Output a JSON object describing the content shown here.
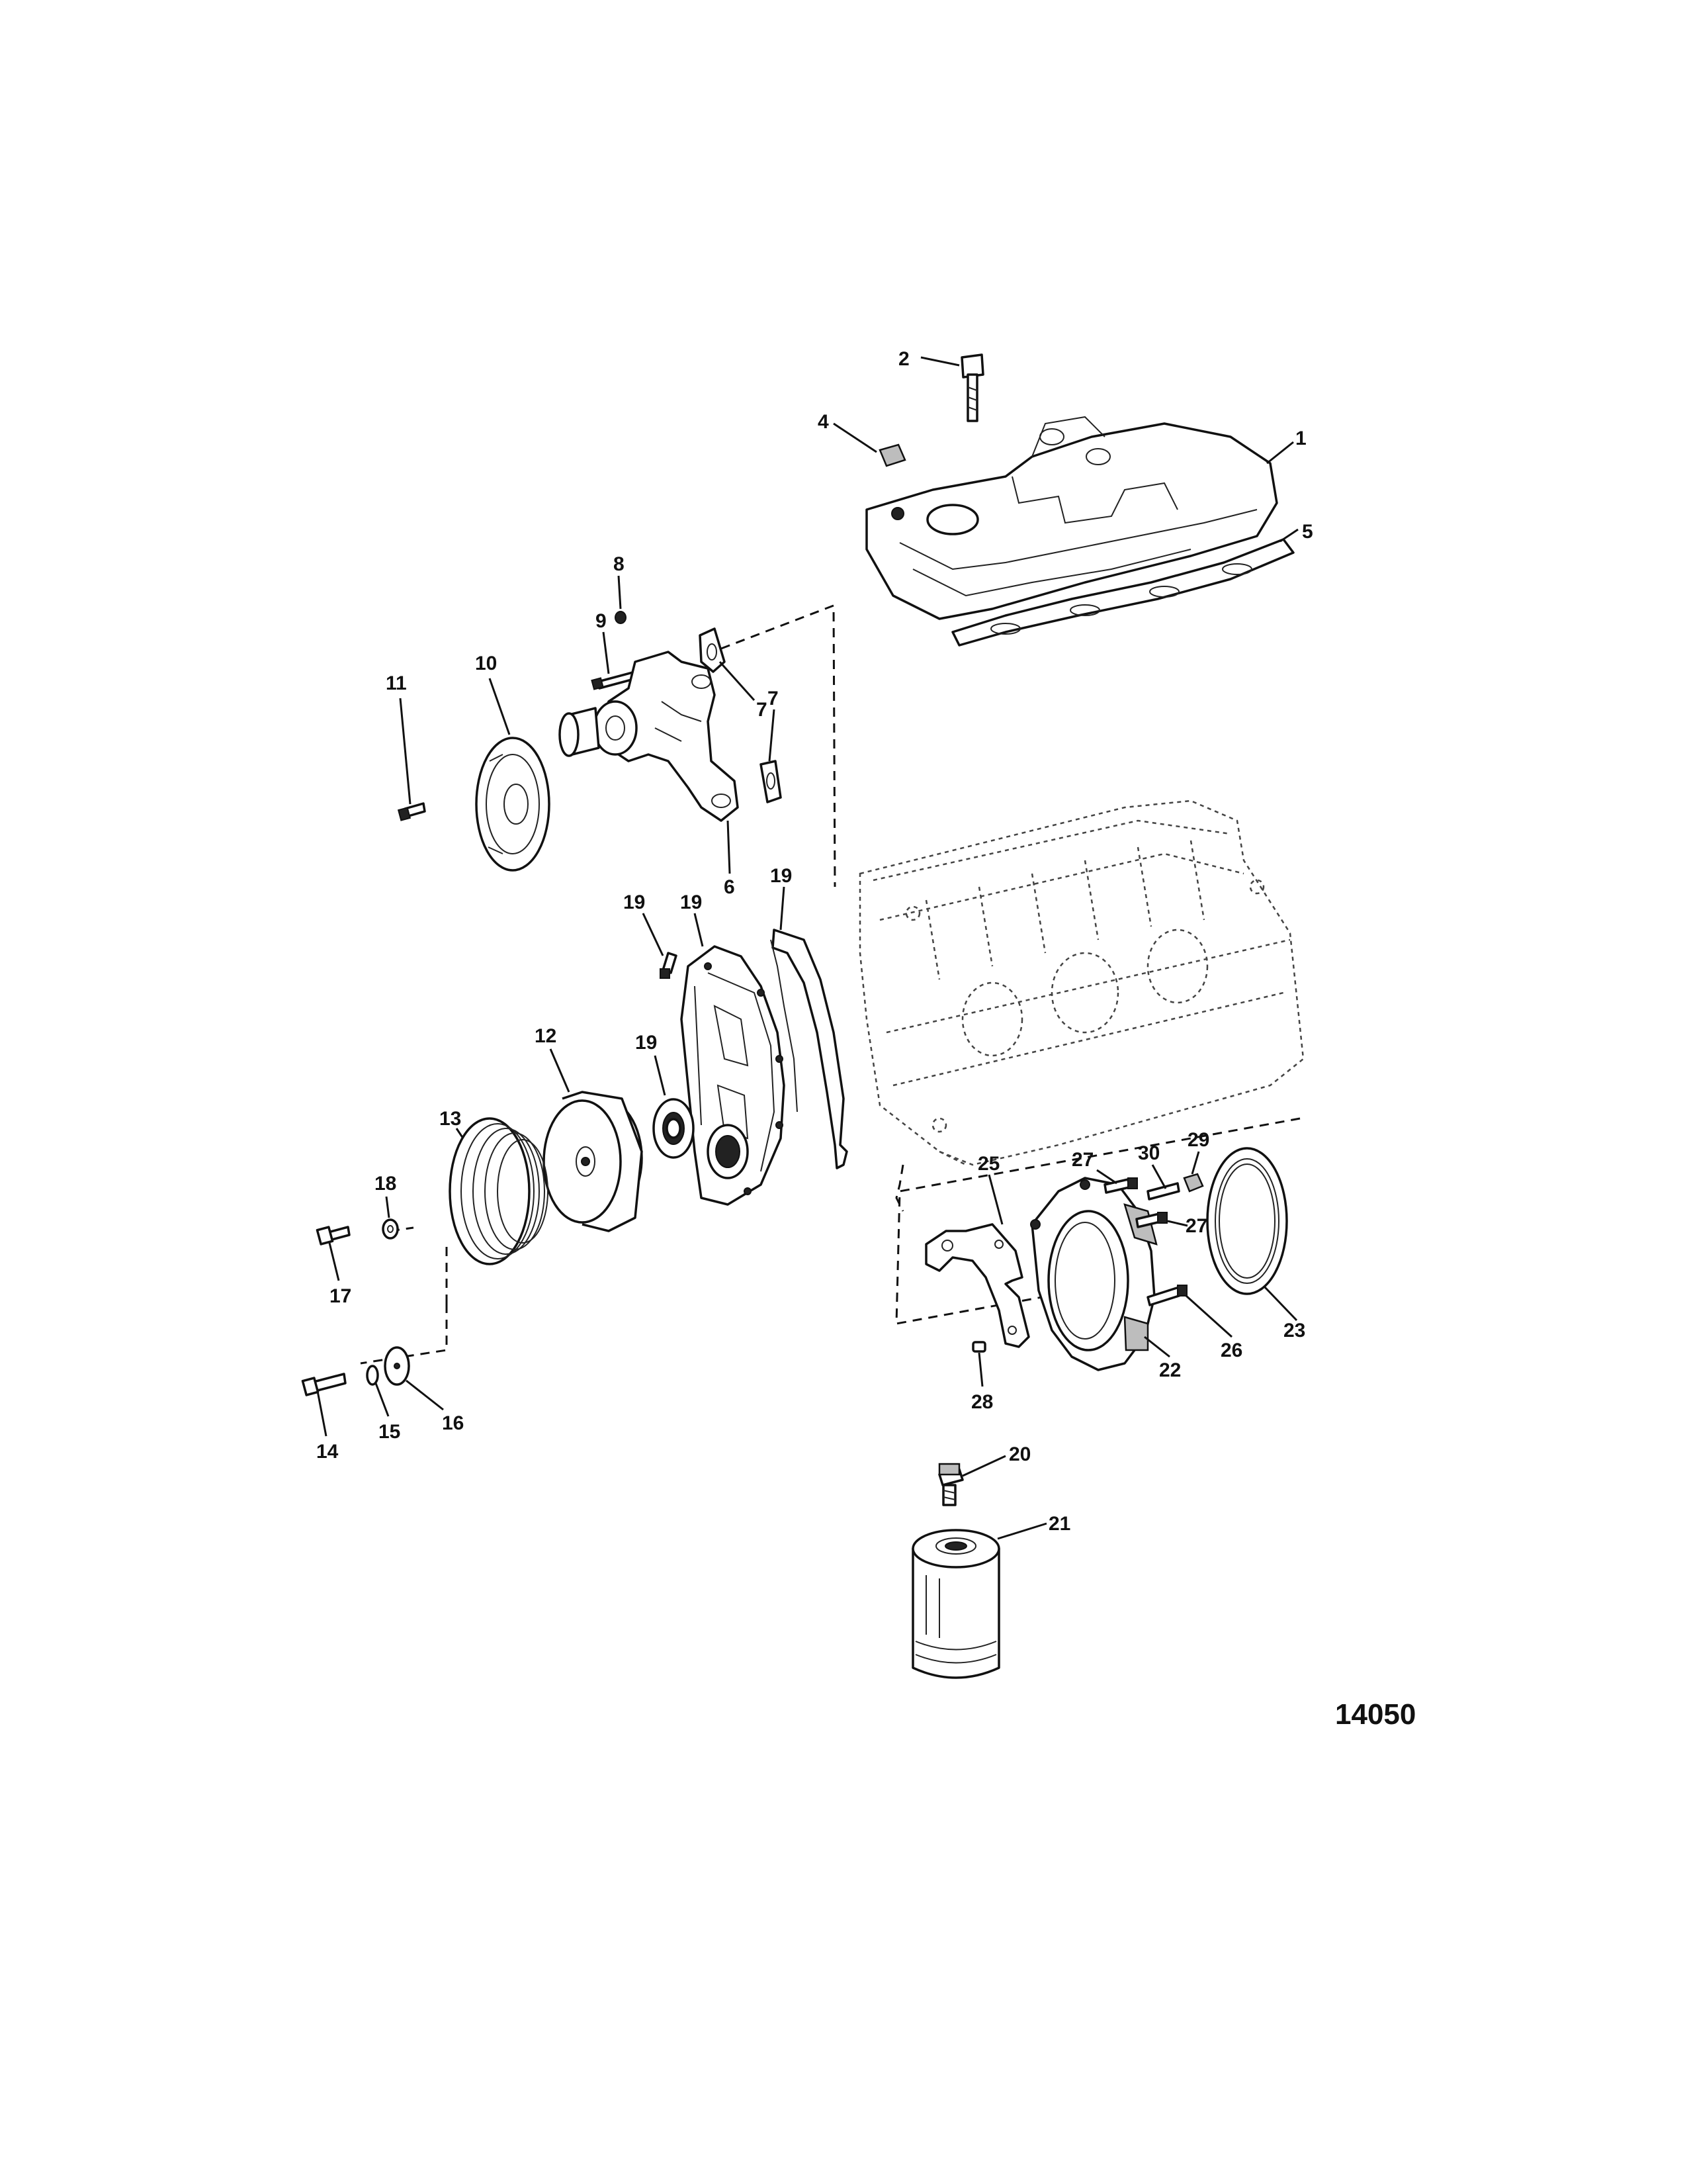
{
  "figure_number": "14050",
  "callouts": {
    "c1": "1",
    "c2": "2",
    "c4": "4",
    "c5": "5",
    "c6": "6",
    "c7a": "7",
    "c7b": "7",
    "c8": "8",
    "c9": "9",
    "c10": "10",
    "c11": "11",
    "c12": "12",
    "c13": "13",
    "c14": "14",
    "c15": "15",
    "c16": "16",
    "c17": "17",
    "c18": "18",
    "c19a": "19",
    "c19b": "19",
    "c19c": "19",
    "c19d": "19",
    "c20": "20",
    "c21": "21",
    "c22": "22",
    "c23": "23",
    "c25": "25",
    "c26": "26",
    "c27a": "27",
    "c27b": "27",
    "c28": "28",
    "c29": "29",
    "c30": "30"
  }
}
